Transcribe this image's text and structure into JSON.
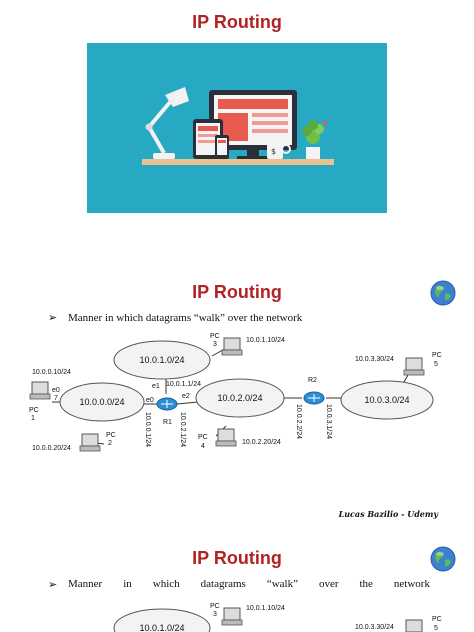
{
  "slides": [
    {
      "title": "IP Routing"
    },
    {
      "title": "IP Routing",
      "bullet": "Manner in which datagrams “walk” over the network",
      "credit": "Lucas Bazilio - Udemy",
      "diagram": {
        "networks": [
          "10.0.1.0/24",
          "10.0.0.0/24",
          "10.0.2.0/24",
          "10.0.3.0/24"
        ],
        "routers": [
          "R1",
          "R2"
        ],
        "pcs": [
          "PC 1",
          "PC 2",
          "PC 3",
          "PC 4",
          "PC 5"
        ],
        "pc_lines": {
          "pc1": [
            "PC",
            "1"
          ],
          "pc2": [
            "PC",
            "2"
          ],
          "pc3": [
            "PC",
            "3"
          ],
          "pc4": [
            "PC",
            "4"
          ],
          "pc5": [
            "PC",
            "5"
          ]
        },
        "addresses": {
          "pc1": "10.0.0.10/24",
          "pc2": "10.0.0.20/24",
          "pc3": "10.0.1.10/24",
          "pc4": "10.0.2.20/24",
          "pc5": "10.0.3.30/24",
          "r1_e1": "10.0.1.1/24",
          "r1_e0": "10.0.0.1/24",
          "r1_e2": "10.0.2.1/24",
          "r2_left": "10.0.2.2/24",
          "r2_right": "10.0.3.1/24"
        },
        "interfaces": {
          "pc1": "e0",
          "pc1_num": "7",
          "r1_e0": "e0",
          "r1_e1": "e1",
          "r1_e2": "e2"
        }
      }
    },
    {
      "title": "IP Routing",
      "bullet_words": [
        "Manner",
        "in",
        "which",
        "datagrams",
        "“walk”",
        "over",
        "the",
        "network"
      ],
      "diagram": {
        "network": "10.0.1.0/24",
        "pc3": [
          "PC",
          "3"
        ],
        "pc3_address": "10.0.1.10/24",
        "pc5": [
          "PC",
          "5"
        ],
        "pc5_address": "10.0.3.30/24"
      }
    }
  ],
  "colors": {
    "title": "#b22222",
    "hero_bg": "#27a9c4",
    "router": "#2a8fd6",
    "network_fill": "#f3f3f3"
  },
  "icons": [
    "lamp-icon",
    "monitor-icon",
    "tablet-icon",
    "phone-icon",
    "mug-icon",
    "plant-icon",
    "globe-icon",
    "router-icon",
    "pc-icon"
  ]
}
